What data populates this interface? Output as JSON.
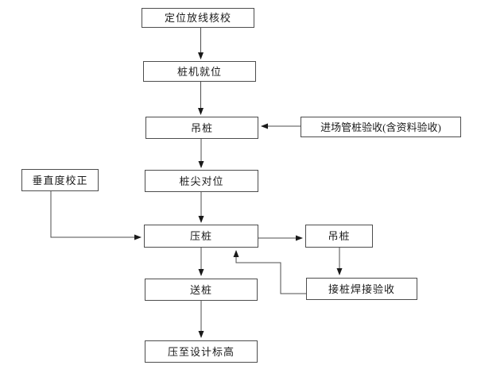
{
  "colors": {
    "background": "#ffffff",
    "box_border": "#4d4d4d",
    "line": "#4d4d4d",
    "text": "#1a1a1a",
    "arrowhead": "#1a1a1a"
  },
  "nodes": {
    "positioning_check": "定位放线核校",
    "pile_rig_in_place": "桩机就位",
    "hoist_pile": "吊桩",
    "incoming_pipe_pile_acceptance": "进场管桩验收(含资料验收)",
    "pile_tip_alignment": "桩尖对位",
    "verticality_correction": "垂直度校正",
    "press_pile": "压桩",
    "hoist_pile_2": "吊桩",
    "pile_splice_weld_acceptance": "接桩焊接验收",
    "follower_pile": "送桩",
    "press_to_design_elevation": "压至设计标高"
  }
}
